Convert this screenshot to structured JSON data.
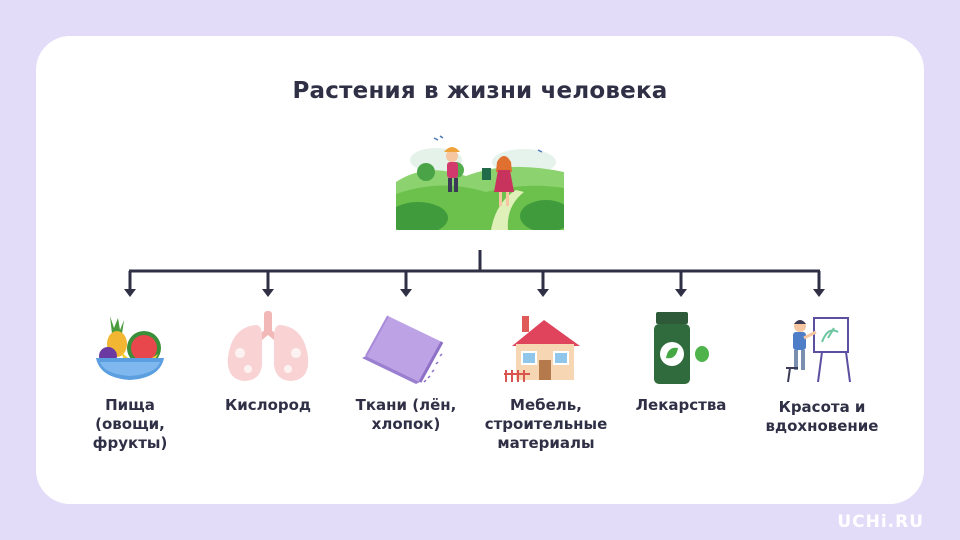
{
  "title": "Растения в жизни человека",
  "items": [
    {
      "label": "Пища (овощи, фрукты)",
      "icon": "fruit-bowl-icon"
    },
    {
      "label": "Кислород",
      "icon": "lungs-icon"
    },
    {
      "label": "Ткани (лён, хлопок)",
      "icon": "fabric-roll-icon"
    },
    {
      "label": "Мебель, строительные материалы",
      "icon": "house-icon"
    },
    {
      "label": "Лекарства",
      "icon": "medicine-bottle-icon"
    },
    {
      "label": "Красота и вдохновение",
      "icon": "artist-easel-icon"
    }
  ],
  "brand": "UCHi.RU",
  "colors": {
    "background": "#e3dcf9",
    "card": "#ffffff",
    "text": "#2f2f46",
    "connector": "#2f2f46"
  }
}
